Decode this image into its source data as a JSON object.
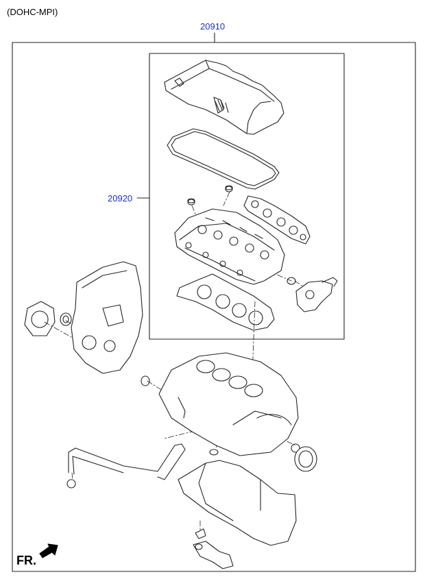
{
  "engine_type": "(DOHC-MPI)",
  "callouts": {
    "outer_kit": "20910",
    "inner_kit": "20920"
  },
  "front_marker": "FR.",
  "icons": {
    "direction": "front-arrow-icon"
  }
}
